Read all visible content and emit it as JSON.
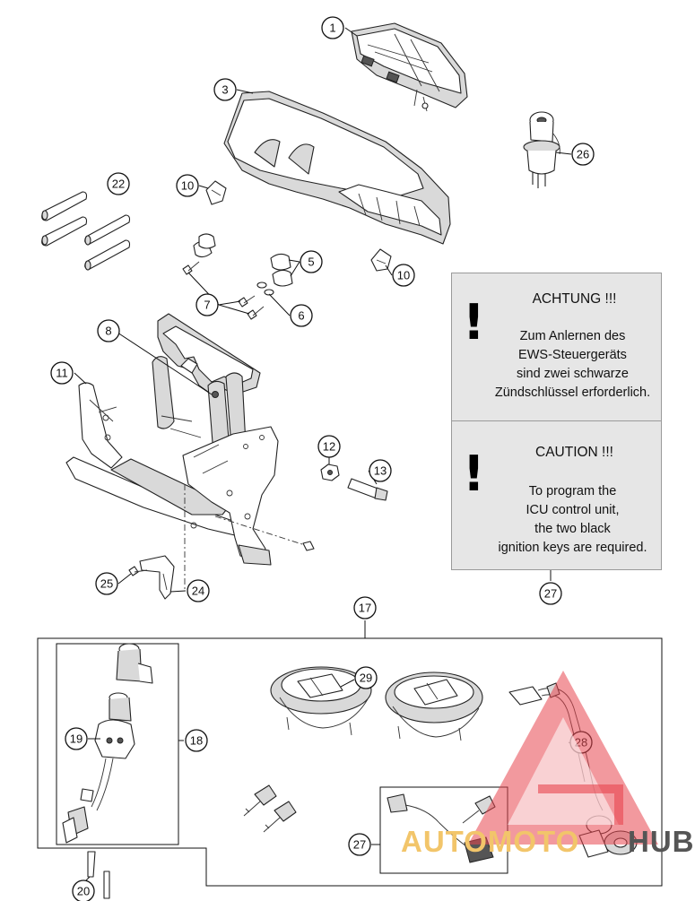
{
  "callouts": [
    "1",
    "3",
    "26",
    "22",
    "10",
    "10",
    "5",
    "7",
    "6",
    "8",
    "11",
    "12",
    "13",
    "25",
    "24",
    "17",
    "29",
    "19",
    "18",
    "28",
    "27",
    "27",
    "20"
  ],
  "notice_de": {
    "heading": "ACHTUNG !!!",
    "body": "Zum Anlernen des\nEWS-Steuergeräts\nsind zwei schwarze\nZündschlüssel erforderlich.",
    "icon": "exclamation-mark"
  },
  "notice_en": {
    "heading": "CAUTION !!!",
    "body": "To program the\nICU control unit,\nthe two black\nignition keys are required.",
    "icon": "exclamation-mark"
  },
  "watermark": {
    "word_1": "AUTOMOTO",
    "word_2": "HUB",
    "colors": {
      "triangle": "#e8454e",
      "text_1": "#f2c56a",
      "text_2": "#555555"
    }
  }
}
